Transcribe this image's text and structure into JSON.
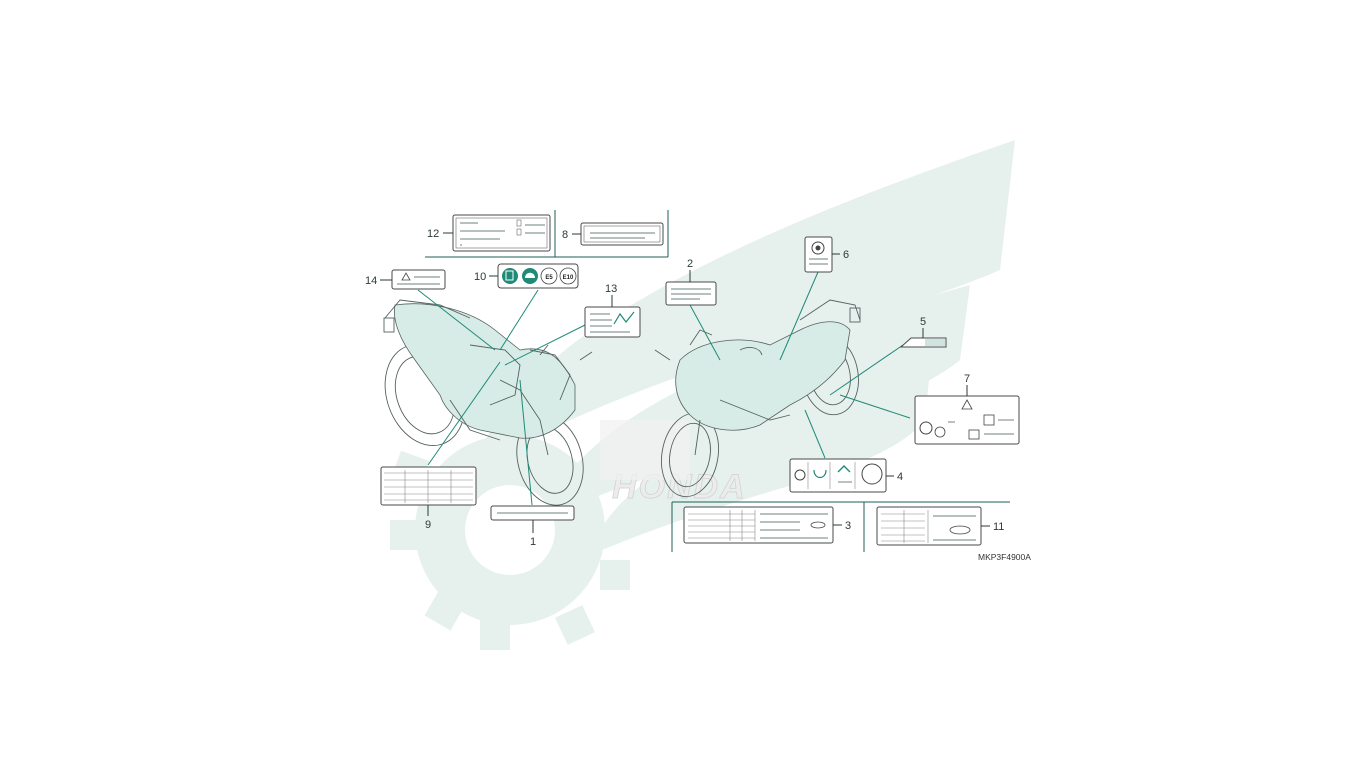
{
  "diagram": {
    "drawing_code": "MKP3F4900A",
    "callouts": [
      "1",
      "2",
      "3",
      "4",
      "5",
      "6",
      "7",
      "8",
      "9",
      "10",
      "11",
      "12",
      "13",
      "14"
    ],
    "fuel_badges": [
      "E5",
      "E10"
    ],
    "watermark_text": "HONDA"
  },
  "colors": {
    "accent": "#1f8a78",
    "watermark": "#e6f1ee",
    "outline": "#4a4a4a"
  },
  "icons": [
    "honda-wing-watermark-icon",
    "gear-watermark-icon",
    "warning-triangle-icon",
    "fuel-pump-icon",
    "helmet-icon",
    "tire-icon",
    "motorcycle-icon"
  ]
}
